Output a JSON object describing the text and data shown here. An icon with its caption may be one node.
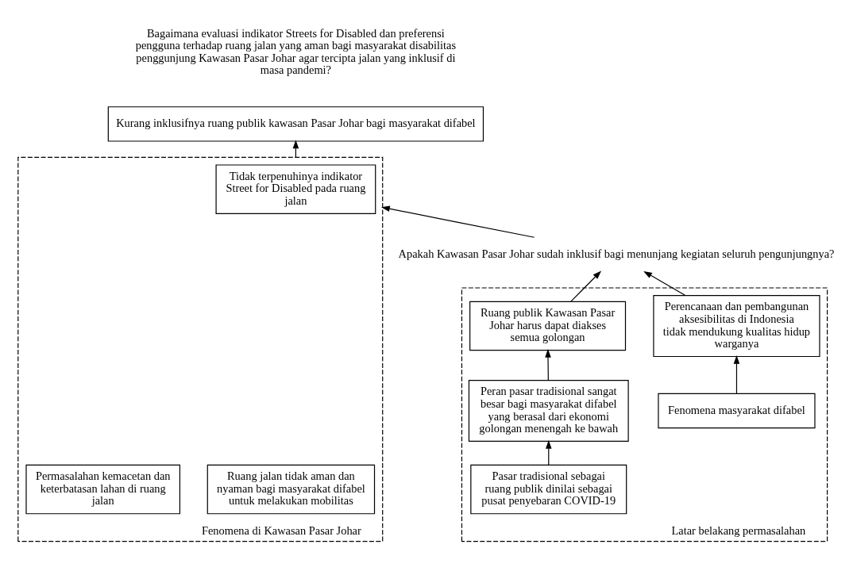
{
  "diagram": {
    "nodes": [
      {
        "text": [
          "Kurang inklusifnya ruang publik kawasan Pasar Johar bagi masyarakat difabel"
        ]
      },
      {
        "text": [
          "Fenomena di Kawasan Pasar Johar"
        ]
      },
      {
        "text": [
          "Ruang jalan tidak aman dan nyaman bagi masyarakat difabel untuk melakukan mobilitas"
        ],
        "in": 1
      },
      {
        "text": [
          "Tidak terpenuhinya indikator Street for Disabled pada ruang jalan"
        ],
        "in": 1
      },
      {
        "text": [
          "Permasalahan kemacetan dan keterbatasan lahan di ruang jalan"
        ],
        "in": 1
      },
      {
        "text": [
          "Apakah Kawasan Pasar Johar sudah inklusif bagi menunjang kegiatan seluruh pengunjungnya?"
        ]
      },
      {
        "text": [
          "Latar belakang permasalahan"
        ]
      },
      {
        "text": [
          "Perencanaan dan pembangunan aksesibilitas di Indonesia tidak mendukung kualitas hidup warganya"
        ],
        "in": 6
      },
      {
        "text": [
          "Fenomena masyarakat difabel"
        ],
        "in": 6
      },
      {
        "text": [
          "Ruang publik Kawasan Pasar Johar harus dapat diakses semua golongan"
        ],
        "in": 6
      },
      {
        "text": [
          "Peran pasar tradisional sangat besar bagi masyarakat difabel yang berasal dari ekonomi golongan menengah ke bawah"
        ],
        "in": 6
      },
      {
        "text": [
          "Pasar tradisional sebagai ruang publik dinilai sebagai pusat penyebaran COVID-19"
        ],
        "in": 6
      }
    ],
    "edges": [
      {
        "from": 1,
        "to": 0,
        "arrow": "to"
      },
      {
        "from": 5,
        "to": 1,
        "arrow": "to"
      },
      {
        "from": 7,
        "to": 5,
        "arrow": "to"
      },
      {
        "from": 9,
        "to": 5,
        "arrow": "to"
      },
      {
        "from": 8,
        "to": 7,
        "arrow": "to"
      },
      {
        "from": 10,
        "to": 9,
        "arrow": "to"
      },
      {
        "from": 11,
        "to": 10,
        "arrow": "to"
      }
    ],
    "labels": [
      "Bagaimana evaluasi indikator Streets for Disabled dan preferensi pengguna terhadap ruang jalan yang aman bagi masyarakat disabilitas penggunjung Kawasan Pasar Johar agar tercipta jalan yang inklusif di masa pandemi?"
    ]
  }
}
